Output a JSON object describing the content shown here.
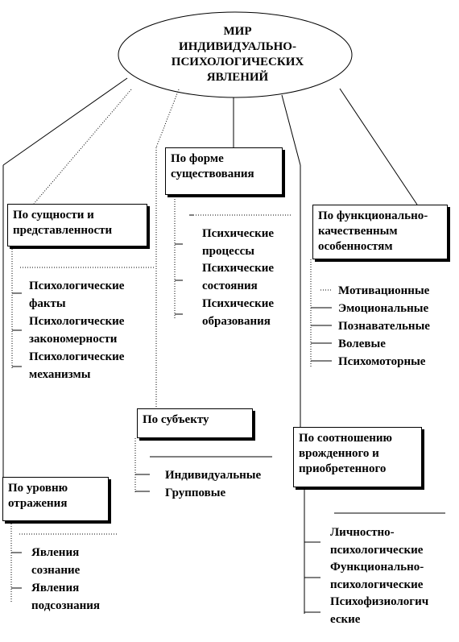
{
  "title": "МИР\nИНДИВИДУАЛЬНО-\nПСИХОЛОГИЧЕСКИХ\nЯВЛЕНИЙ",
  "categories": [
    {
      "label": "По форме существования",
      "items": [
        "Психические",
        "процессы",
        "Психические",
        "состояния",
        "Психические",
        "образования"
      ]
    },
    {
      "label": "По сущности и представленности",
      "items": [
        "Психологические",
        "факты",
        "Психологические",
        "закономерности",
        "Психологические",
        "механизмы"
      ]
    },
    {
      "label": "По функционально-качественным особенностям",
      "items": [
        "Мотивационные",
        "Эмоциональные",
        "Познавательные",
        "Волевые",
        "Психомоторные"
      ]
    },
    {
      "label": "По субъекту",
      "items": [
        "Индивидуальные",
        "Групповые"
      ]
    },
    {
      "label": "По соотношению врожденного и приобретенного",
      "items": [
        "Личностно-",
        "психологические",
        "Функционально-",
        "психологические",
        "Психофизиологич",
        "еские"
      ]
    },
    {
      "label": "По уровню отражения",
      "items": [
        "Явления",
        "сознание",
        "Явления",
        "подсознания"
      ]
    }
  ]
}
